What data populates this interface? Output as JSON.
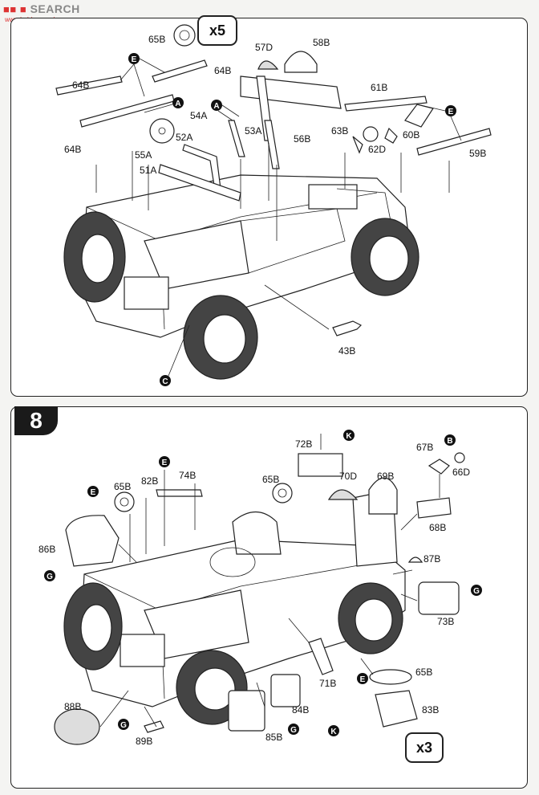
{
  "watermark": {
    "logo": "■■ ■",
    "text": "SEARCH",
    "url": "www.hobbysearch.com"
  },
  "step7": {
    "multiplier": "x5",
    "parts": {
      "p65b": "65B",
      "p57d": "57D",
      "p58b": "58B",
      "p64b_1": "64B",
      "p64b_2": "64B",
      "p64b_3": "64B",
      "p61b": "61B",
      "p63b": "63B",
      "p60b": "60B",
      "p62d": "62D",
      "p59b": "59B",
      "p54a": "54A",
      "p53a": "53A",
      "p56b": "56B",
      "p52a": "52A",
      "p55a": "55A",
      "p51a": "51A",
      "p43b": "43B"
    },
    "callouts": {
      "e1": "E",
      "e2": "E",
      "a1": "A",
      "a2": "A",
      "c": "C"
    }
  },
  "step8": {
    "step_number": "8",
    "multiplier": "x3",
    "parts": {
      "p72b": "72B",
      "p67b": "67B",
      "p66d": "66D",
      "p74b": "74B",
      "p82b": "82B",
      "p65b_1": "65B",
      "p65b_2": "65B",
      "p65b_3": "65B",
      "p70d": "70D",
      "p69b": "69B",
      "p68b": "68B",
      "p86b": "86B",
      "p87b": "87B",
      "p73b": "73B",
      "p71b": "71B",
      "p84b": "84B",
      "p83b": "83B",
      "p88b": "88B",
      "p89b": "89B",
      "p85b": "85B"
    },
    "callouts": {
      "k1": "K",
      "b": "B",
      "e1": "E",
      "e2": "E",
      "e3": "E",
      "g1": "G",
      "g2": "G",
      "g3": "G",
      "g4": "G",
      "k2": "K"
    }
  }
}
